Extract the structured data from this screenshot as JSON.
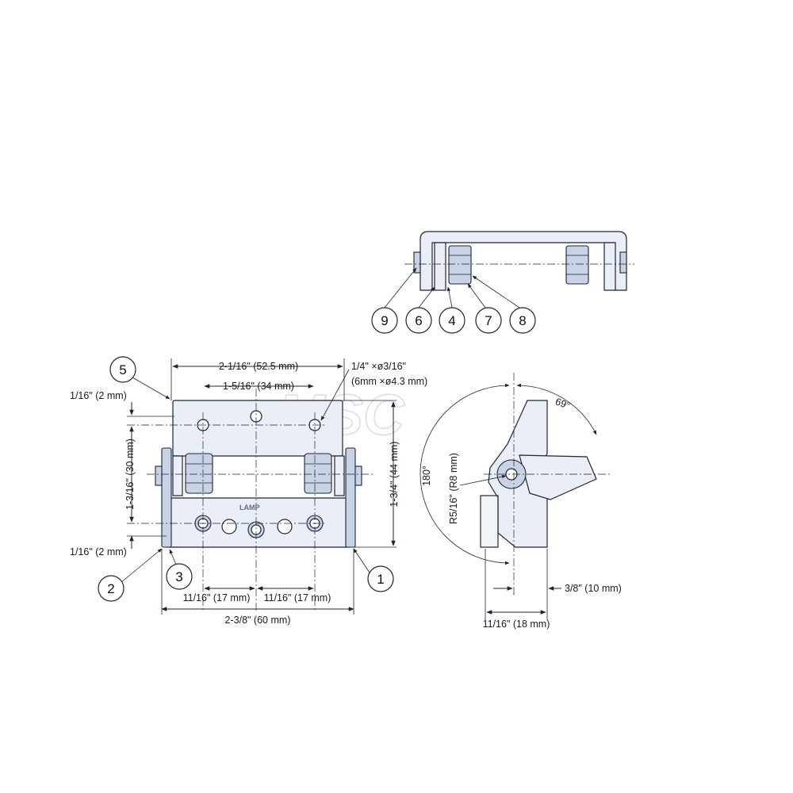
{
  "watermark": "MSC",
  "brand_mark": "LAMP",
  "callouts": [
    "1",
    "2",
    "3",
    "4",
    "5",
    "6",
    "7",
    "8",
    "9"
  ],
  "dimensions": {
    "overall_pin_span": "2-1/16\" (52.5 mm)",
    "hole_spacing": "1-5/16\" (34 mm)",
    "hole_spec_line1": "1/4\" ×ø3/16\"",
    "hole_spec_line2": "(6mm ×ø4.3 mm)",
    "top_edge": "1/16\" (2 mm)",
    "bottom_edge": "1/16\" (2 mm)",
    "hole_vertical": "1-3/16\" (30 mm)",
    "overall_height": "1-3/4\" (44 mm)",
    "left_hole_offset": "11/16\" (17 mm)",
    "right_hole_offset": "11/16\" (17 mm)",
    "overall_width": "2-3/8\" (60 mm)",
    "open_angle": "69°",
    "rotation_angle": "180°",
    "radius": "R5/16\" (R8 mm)",
    "offset_small": "3/8\" (10 mm)",
    "side_depth": "11/16\" (18 mm)"
  }
}
